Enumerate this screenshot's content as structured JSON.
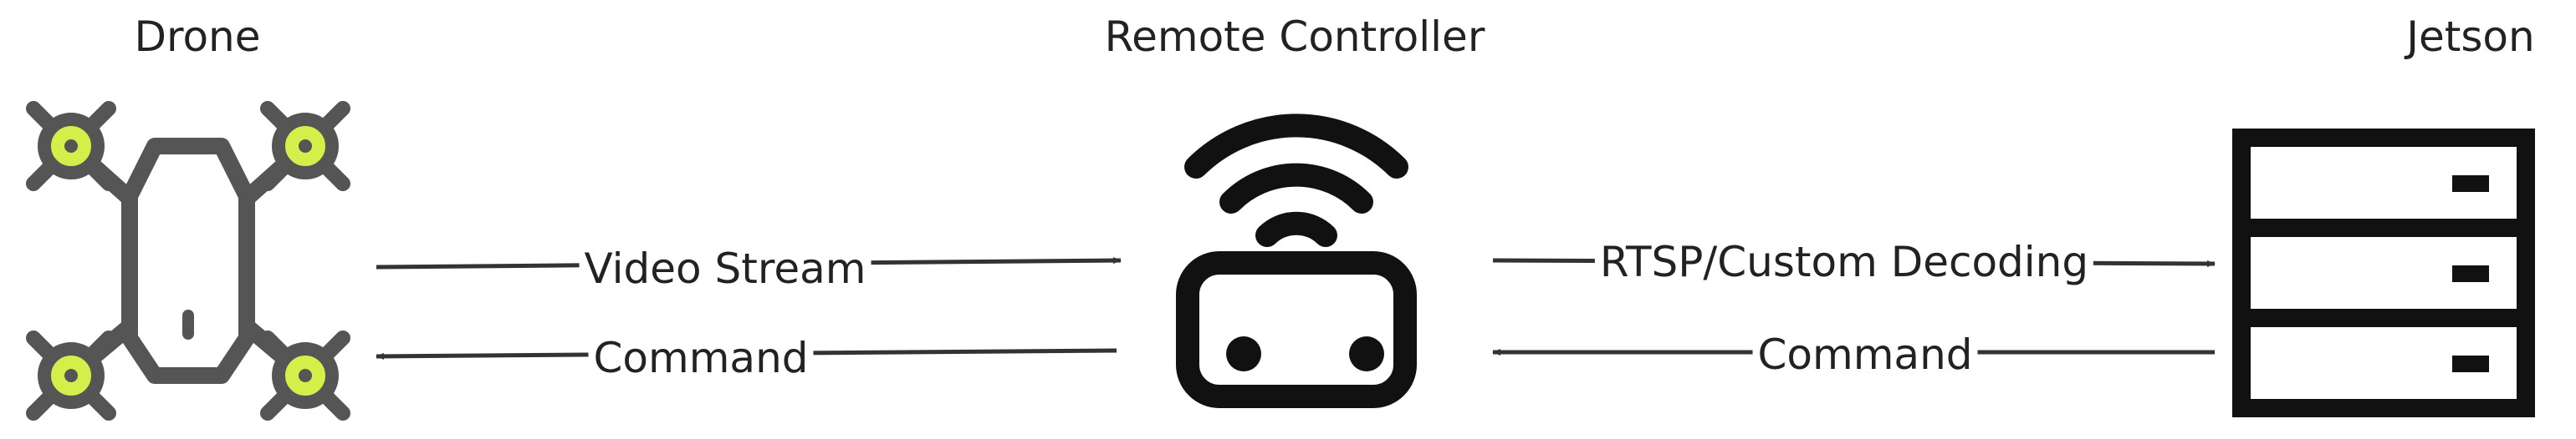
{
  "nodes": {
    "drone": "Drone",
    "remote_controller": "Remote Controller",
    "jetson": "Jetson"
  },
  "edges": {
    "video_stream": "Video Stream",
    "command_left": "Command",
    "rtsp": "RTSP/Custom Decoding",
    "command_right": "Command"
  },
  "icons": {
    "drone": "drone-icon",
    "remote_controller": "remote-controller-icon",
    "jetson": "server-icon"
  },
  "colors": {
    "stroke": "#222222",
    "drone_body": "#555555",
    "propeller_hub": "#d4ef4a",
    "arrow": "#333333"
  }
}
